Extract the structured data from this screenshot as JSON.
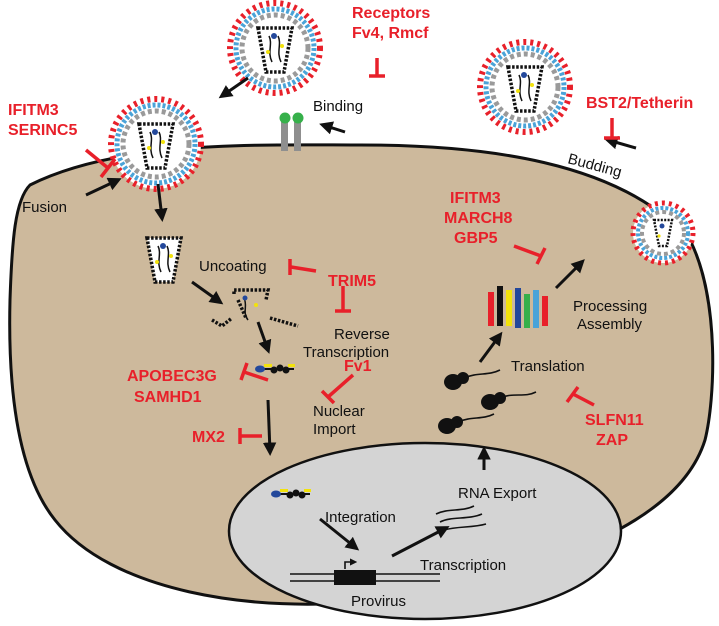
{
  "colors": {
    "cell": "#cdb99c",
    "nucleus": "#d4d4d4",
    "restriction": "#e8202a",
    "arrow": "#111111",
    "spike": "#e8202a",
    "shell": "#4aa3d8",
    "particle": "#9a9a9a"
  },
  "labels": {
    "binding": "Binding",
    "fusion": "Fusion",
    "uncoating": "Uncoating",
    "reverse1": "Reverse",
    "reverse2": "Transcription",
    "nuclear1": "Nuclear",
    "nuclear2": "Import",
    "integration": "Integration",
    "transcription": "Transcription",
    "provirus": "Provirus",
    "rna_export": "RNA Export",
    "translation": "Translation",
    "processing": "Processing",
    "assembly": "Assembly",
    "budding": "Budding"
  },
  "factors": {
    "receptors1": "Receptors",
    "receptors2": "Fv4, Rmcf",
    "ifitm3_a": "IFITM3",
    "serinc5": "SERINC5",
    "bst2": "BST2/Tetherin",
    "ifitm3_b": "IFITM3",
    "march8": "MARCH8",
    "gbp5": "GBP5",
    "trim5": "TRIM5",
    "apobec3g": "APOBEC3G",
    "samhd1": "SAMHD1",
    "fv1": "Fv1",
    "mx2": "MX2",
    "slfn11": "SLFN11",
    "zap": "ZAP"
  }
}
